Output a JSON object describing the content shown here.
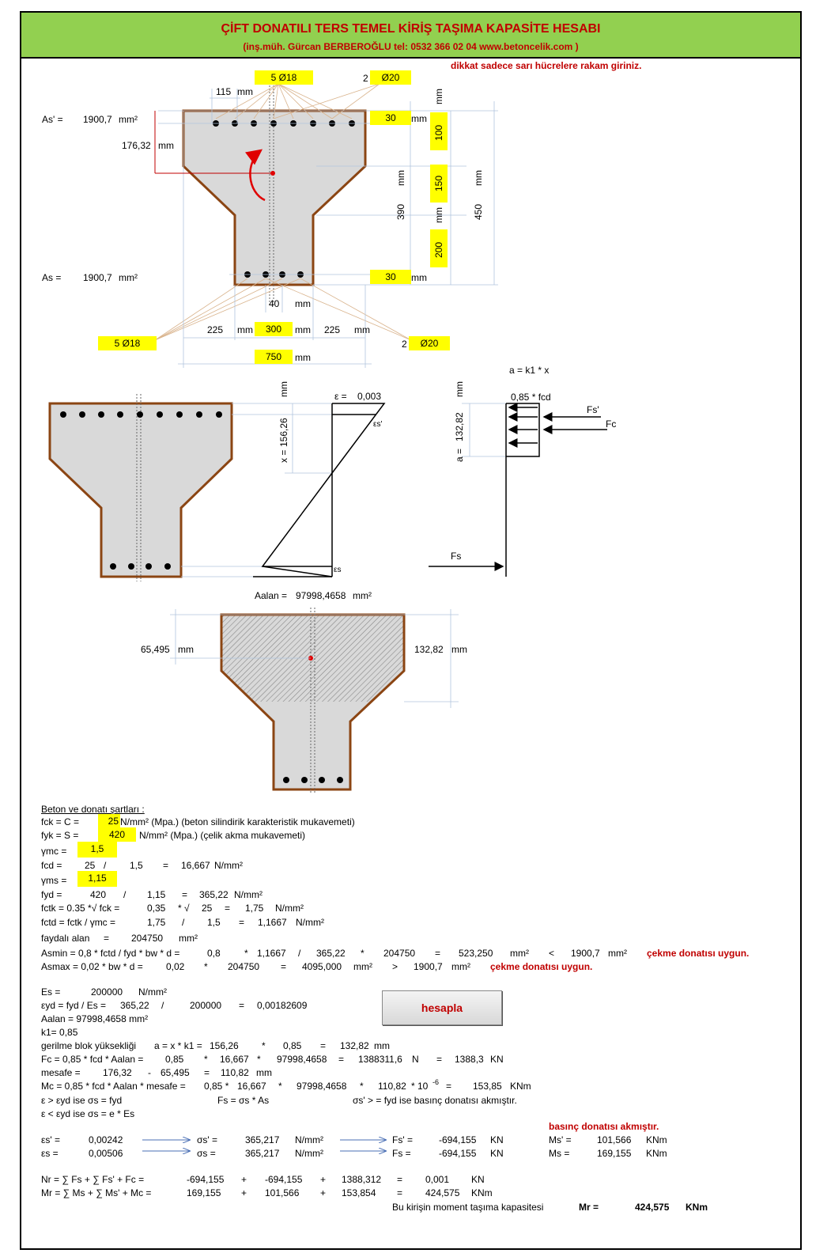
{
  "header": {
    "title": "ÇİFT DONATILI TERS TEMEL KİRİŞ TAŞIMA KAPASİTE HESABI",
    "subtitle": "(inş.müh. Gürcan BERBEROĞLU tel: 0532 366 02 04    www.betoncelik.com )"
  },
  "notice": "dikkat sadece sarı hücrelere rakam giriniz.",
  "section1": {
    "top_bars": "5 Ø18",
    "top_bars2_n": "2",
    "top_bars2_d": "Ø20",
    "spacing": "115",
    "mm": "mm",
    "as_prime_label": "As' =",
    "as_prime_value": "1900,7",
    "as_unit": "mm²",
    "as_label": "As =",
    "as_value": "1900,7",
    "centroid_dist": "176,32",
    "top_cover": "30",
    "bottom_cover": "30",
    "h1": "100",
    "h2": "150",
    "h3": "200",
    "d": "390",
    "h": "450",
    "bar_gap": "40",
    "w_left": "225",
    "w_web": "300",
    "w_right": "225",
    "w_total": "750",
    "bot_bars": "5 Ø18",
    "bot_bars2_n": "2",
    "bot_bars2_d": "Ø20"
  },
  "section2": {
    "a_formula": "a = k1 * x",
    "eps_label": "ε =",
    "eps_value": "0,003",
    "eps_s_prime": "εs'",
    "eps_s": "εs",
    "x_label": "x =",
    "x_value": "156,26",
    "a_label": "a =",
    "a_value": "132,82",
    "fcd_label": "0,85 * fcd",
    "fs_prime": "Fs'",
    "fc": "Fc",
    "fs": "Fs"
  },
  "section3": {
    "aalan_label": "Aalan =",
    "aalan_value": "97998,4658",
    "aalan_unit": "mm²",
    "centroid": "65,495",
    "a_value": "132,82"
  },
  "calc": {
    "heading": "Beton ve donatı şartları :",
    "fck_label": "fck = C =",
    "fck": "25",
    "fck_unit": "N/mm² (Mpa.) (beton silindirik karakteristik mukavemeti)",
    "fyk_label": "fyk = S =",
    "fyk": "420",
    "fyk_unit": "N/mm² (Mpa.) (çelik akma mukavemeti)",
    "gmc_label": "γmc =",
    "gmc": "1,5",
    "fcd_line": [
      "fcd =",
      "25",
      "/",
      "1,5",
      "=",
      "16,667",
      "N/mm²"
    ],
    "gms_label": "γms =",
    "gms": "1,15",
    "fyd_line": [
      "fyd =",
      "420",
      "/",
      "1,15",
      "=",
      "365,22",
      "N/mm²"
    ],
    "fctk_line": [
      "fctk = 0.35 *√ fck =",
      "0,35",
      "* √",
      "25",
      "=",
      "1,75",
      "N/mm²"
    ],
    "fctd_line": [
      "fctd = fctk / γmc =",
      "1,75",
      "/",
      "1,5",
      "=",
      "1,1667",
      "N/mm²"
    ],
    "faydali_line": [
      "faydalı alan",
      "=",
      "204750",
      "mm²"
    ],
    "asmin_line": [
      "Asmin = 0,8 * fctd / fyd * bw * d =",
      "0,8",
      "*",
      "1,1667",
      "/",
      "365,22",
      "*",
      "204750",
      "=",
      "523,250",
      "mm²",
      "<",
      "1900,7",
      "mm²"
    ],
    "asmin_ok": "çekme donatısı uygun.",
    "asmax_line": [
      "Asmax = 0,02 * bw * d =",
      "0,02",
      "*",
      "204750",
      "=",
      "4095,000",
      "mm²",
      ">",
      "1900,7",
      "mm²"
    ],
    "asmax_ok": "çekme donatısı uygun.",
    "es_line": [
      "Es =",
      "200000",
      "N/mm²"
    ],
    "eyd_line": [
      "εyd = fyd / Es =",
      "365,22",
      "/",
      "200000",
      "=",
      "0,00182609"
    ],
    "aalan_line": "Aalan = 97998,4658  mm²",
    "k1_line": "k1=   0,85",
    "gerilme_line": [
      "gerilme blok yüksekliği",
      "a = x * k1 =",
      "156,26",
      "*",
      "0,85",
      "=",
      "132,82",
      "mm"
    ],
    "fc_line": [
      "Fc = 0,85 * fcd * Aalan =",
      "0,85",
      "*",
      "16,667",
      "*",
      "97998,4658",
      "=",
      "1388311,6",
      "N",
      "=",
      "1388,3",
      "KN"
    ],
    "mesafe_line": [
      "mesafe =",
      "176,32",
      "-",
      "65,495",
      "=",
      "110,82",
      "mm"
    ],
    "mc_line": [
      "Mc = 0,85 * fcd * Aalan * mesafe =",
      "0,85 *",
      "16,667",
      "*",
      "97998,4658",
      "*",
      "110,82",
      "* 10",
      "-6",
      "=",
      "153,85",
      "KNm"
    ],
    "rule1": [
      "ε  >  εyd    ise    σs = fyd",
      "Fs = σs * As",
      "σs'  > = fyd  ise basınç donatısı akmıştır."
    ],
    "rule2": "ε  <  εyd    ise    σs = e * Es",
    "yield_msg": "basınç donatısı akmıştır.",
    "es_prime_row": [
      "εs' =",
      "0,00242",
      "σs' =",
      "365,217",
      "N/mm²",
      "Fs' =",
      "-694,155",
      "KN",
      "Ms' =",
      "101,566",
      "KNm"
    ],
    "es_row": [
      "εs =",
      "0,00506",
      "σs =",
      "365,217",
      "N/mm²",
      "Fs =",
      "-694,155",
      "KN",
      "Ms =",
      "169,155",
      "KNm"
    ],
    "nr_line": [
      "Nr = ∑ Fs + ∑ Fs' + Fc =",
      "-694,155",
      "+",
      "-694,155",
      "+",
      "1388,312",
      "=",
      "0,001",
      "KN"
    ],
    "mr_line": [
      "Mr = ∑ Ms + ∑ Ms' + Mc =",
      "169,155",
      "+",
      "101,566",
      "+",
      "153,854",
      "=",
      "424,575",
      "KNm"
    ],
    "final": [
      "Bu kirişin moment taşıma kapasitesi",
      "Mr =",
      "424,575",
      "KNm"
    ]
  },
  "button_label": "hesapla",
  "colors": {
    "header": "#92d050",
    "input": "#ffff00",
    "red": "#c00000",
    "outline": "#8b4513",
    "section_fill": "#d9d9d9"
  }
}
